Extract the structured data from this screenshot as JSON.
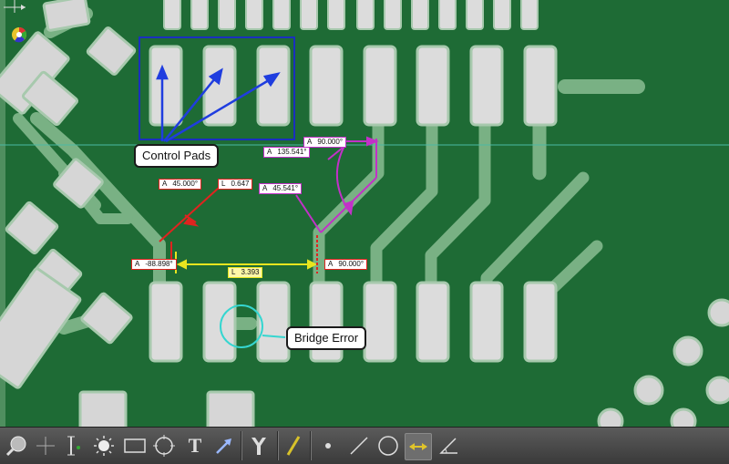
{
  "colors": {
    "board": "#1e6b35",
    "pad": "#dcdcdc",
    "trace": "#79b184",
    "control_box": "#1a2fbf",
    "callout_arrow": "#1f3ddf",
    "angle_tag": "#c231c8",
    "red_tag": "#e0231f",
    "yellow_tag": "#e8e51f",
    "bridge_marker": "#35d6d0"
  },
  "callouts": {
    "control_pads": "Control Pads",
    "bridge_error": "Bridge Error"
  },
  "measurements": {
    "angle_top": {
      "key": "A",
      "value": "90.000°"
    },
    "angle_upper": {
      "key": "A",
      "value": "135.541°"
    },
    "angle_lower": {
      "key": "A",
      "value": "45.541°"
    },
    "red_angle": {
      "key": "A",
      "value": "45.000°"
    },
    "red_length": {
      "key": "L",
      "value": "0.647"
    },
    "left_angle": {
      "key": "A",
      "value": "-88.898°"
    },
    "right_angle": {
      "key": "A",
      "value": "90.000°"
    },
    "span_length": {
      "key": "L",
      "value": "3.393"
    }
  },
  "toolbar": {
    "tools": [
      {
        "name": "magnify-tool",
        "icon": "magnifier-icon"
      },
      {
        "name": "crosshair-tool",
        "icon": "crosshair-icon"
      },
      {
        "name": "caliper-tool",
        "icon": "caliper-icon"
      },
      {
        "name": "brightness-tool",
        "icon": "sun-icon"
      },
      {
        "name": "rectangle-tool",
        "icon": "rectangle-icon"
      },
      {
        "name": "circle-target-tool",
        "icon": "circle-target-icon"
      },
      {
        "name": "text-tool",
        "icon": "text-icon",
        "label": "T"
      },
      {
        "name": "arrow-tool",
        "icon": "arrow-icon"
      },
      {
        "name": "y-junction-tool",
        "icon": "y-junction-icon"
      },
      {
        "name": "pencil-tool",
        "icon": "pencil-icon"
      },
      {
        "name": "point-tool",
        "icon": "dot-icon"
      },
      {
        "name": "line-tool",
        "icon": "line-icon"
      },
      {
        "name": "circle-tool",
        "icon": "circle-icon"
      },
      {
        "name": "distance-tool",
        "icon": "double-arrow-icon",
        "active": true
      },
      {
        "name": "angle-tool",
        "icon": "angle-icon"
      }
    ]
  }
}
